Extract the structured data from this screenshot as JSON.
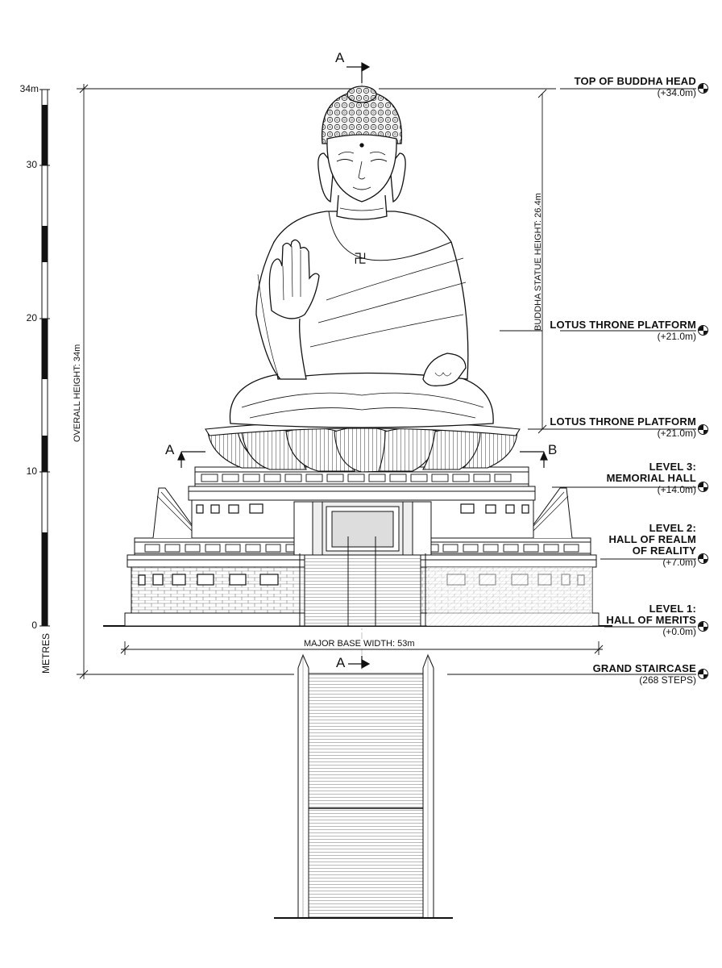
{
  "scale": {
    "unit_label": "METRES",
    "top_label": "34m",
    "ticks": [
      "30",
      "20",
      "10",
      "0"
    ]
  },
  "section_marks": {
    "a_top": "A",
    "a_left": "A",
    "b_right": "B",
    "a_bottom": "A"
  },
  "dimensions": {
    "overall_height": "OVERALL HEIGHT: 34m",
    "statue_height": "BUDDHA STATUE HEIGHT: 26.4m",
    "base_width": "MAJOR BASE WIDTH: 53m"
  },
  "glyph": "卍",
  "levels": [
    {
      "title": "TOP OF BUDDHA HEAD",
      "elevation": "(+34.0m)"
    },
    {
      "title": "LOTUS THRONE PLATFORM",
      "elevation": "(+21.0m)"
    },
    {
      "title": "LOTUS THRONE PLATFORM",
      "elevation": "(+21.0m)"
    },
    {
      "title": "LEVEL 3:",
      "title2": "MEMORIAL HALL",
      "elevation": "(+14.0m)"
    },
    {
      "title": "LEVEL 2:",
      "title2": "HALL OF REALM",
      "title3": "OF REALITY",
      "elevation": "(+7.0m)"
    },
    {
      "title": "LEVEL 1:",
      "title2": "HALL OF MERITS",
      "elevation": "(+0.0m)"
    },
    {
      "title": "GRAND STAIRCASE",
      "elevation": "(268 STEPS)"
    }
  ]
}
